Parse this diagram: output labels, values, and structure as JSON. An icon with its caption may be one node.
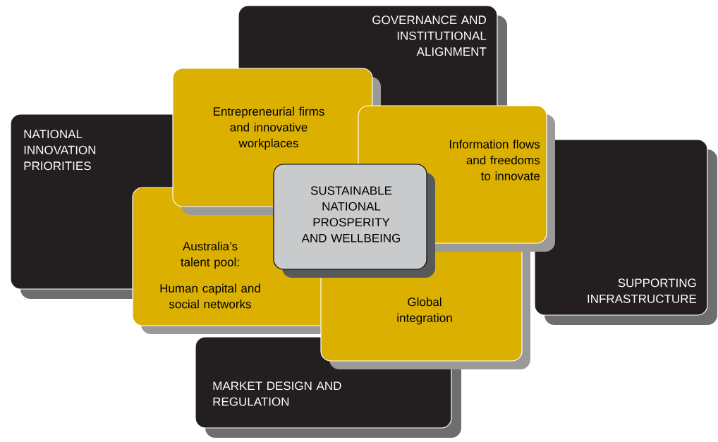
{
  "diagram": {
    "nodes": [
      {
        "text": [
          "GOVERNANCE AND INSTITUTIONAL ALIGNMENT"
        ]
      },
      {
        "text": [
          "NATIONAL INNOVATION PRIORITIES"
        ]
      },
      {
        "text": [
          "SUPPORTING INFRASTRUCTURE"
        ]
      },
      {
        "text": [
          "MARKET DESIGN AND REGULATION"
        ]
      },
      {
        "text": [
          "Entrepreneurial firms and innovative workplaces"
        ]
      },
      {
        "text": [
          "Information flows and freedoms to innovate"
        ]
      },
      {
        "text": [
          "Australia’s talent pool:",
          "Human capital and social networks"
        ]
      },
      {
        "text": [
          "Global integration"
        ]
      },
      {
        "text": [
          "SUSTAINABLE NATIONAL PROSPERITY AND WELLBEING"
        ]
      }
    ]
  }
}
